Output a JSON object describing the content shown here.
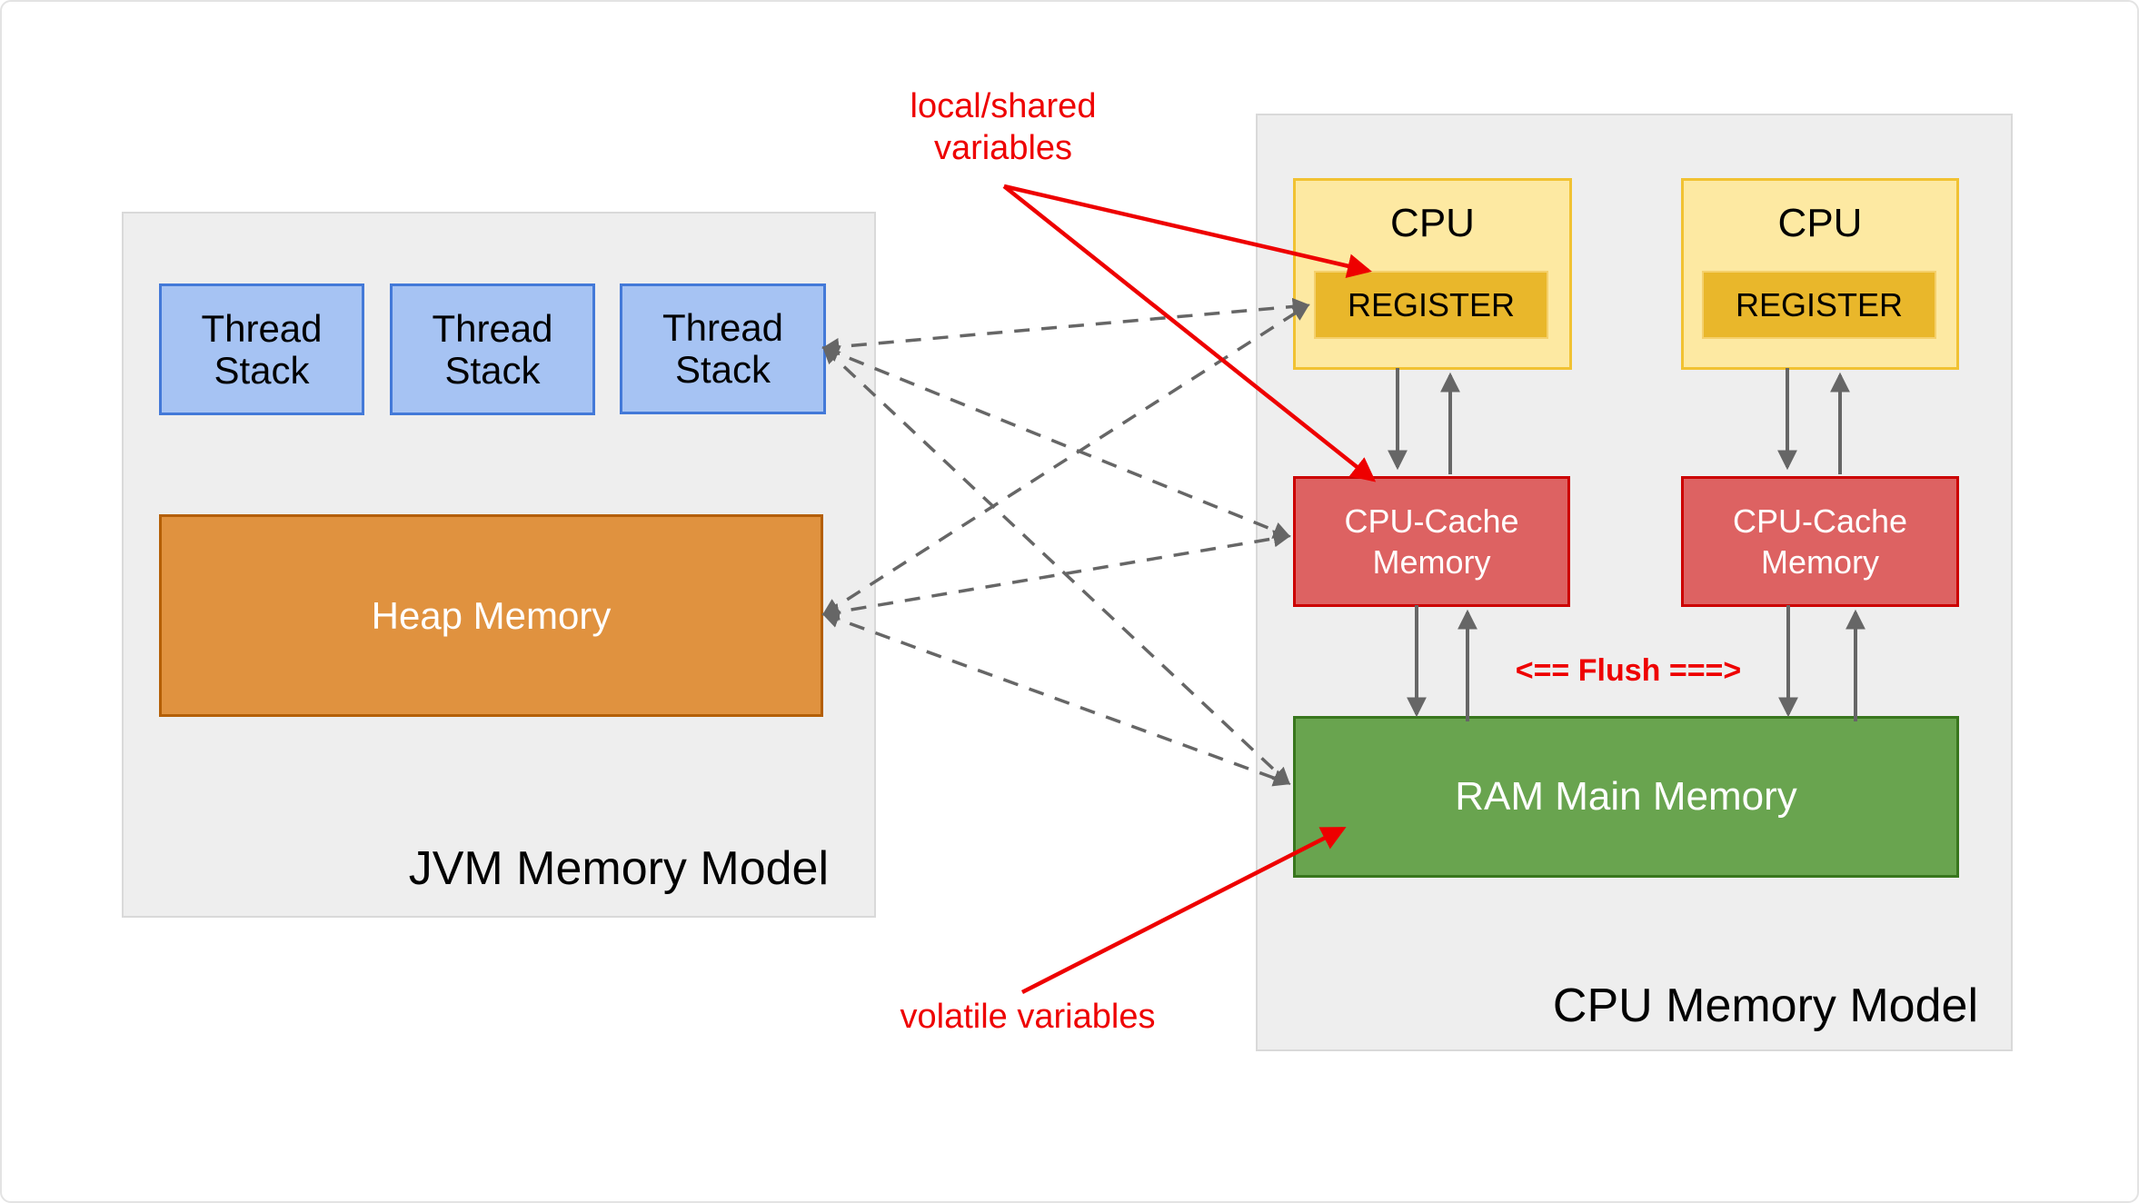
{
  "jvm_panel": {
    "title": "JVM Memory Model",
    "thread_stacks": [
      {
        "label": "Thread\nStack"
      },
      {
        "label": "Thread\nStack"
      },
      {
        "label": "Thread\nStack"
      }
    ],
    "heap": {
      "label": "Heap Memory"
    }
  },
  "cpu_panel": {
    "title": "CPU Memory Model",
    "cpus": [
      {
        "label": "CPU",
        "register": "REGISTER"
      },
      {
        "label": "CPU",
        "register": "REGISTER"
      }
    ],
    "caches": [
      {
        "label": "CPU-Cache\nMemory"
      },
      {
        "label": "CPU-Cache\nMemory"
      }
    ],
    "ram": {
      "label": "RAM Main Memory"
    }
  },
  "annotations": {
    "local_shared": "local/shared\nvariables",
    "flush": "<== Flush ===>",
    "volatile": "volatile variables"
  },
  "colors": {
    "canvas_border": "#e3e3e3",
    "panel_bg": "#eeeeee",
    "panel_border": "#d9d9d9",
    "thread_fill": "#a6c3f3",
    "thread_border": "#4379d8",
    "heap_fill": "#e0923f",
    "heap_border": "#b45f06",
    "cpu_fill": "#fde9a2",
    "cpu_border": "#f1c232",
    "register_fill": "#e9b72b",
    "register_border": "#f5d06c",
    "cache_fill": "#dd6262",
    "cache_border": "#cc0000",
    "ram_fill": "#69a44f",
    "ram_border": "#38761d",
    "gray_arrow": "#666666",
    "annotation_red": "#ee0000",
    "text_dark": "#000000",
    "text_light": "#ffffff"
  }
}
